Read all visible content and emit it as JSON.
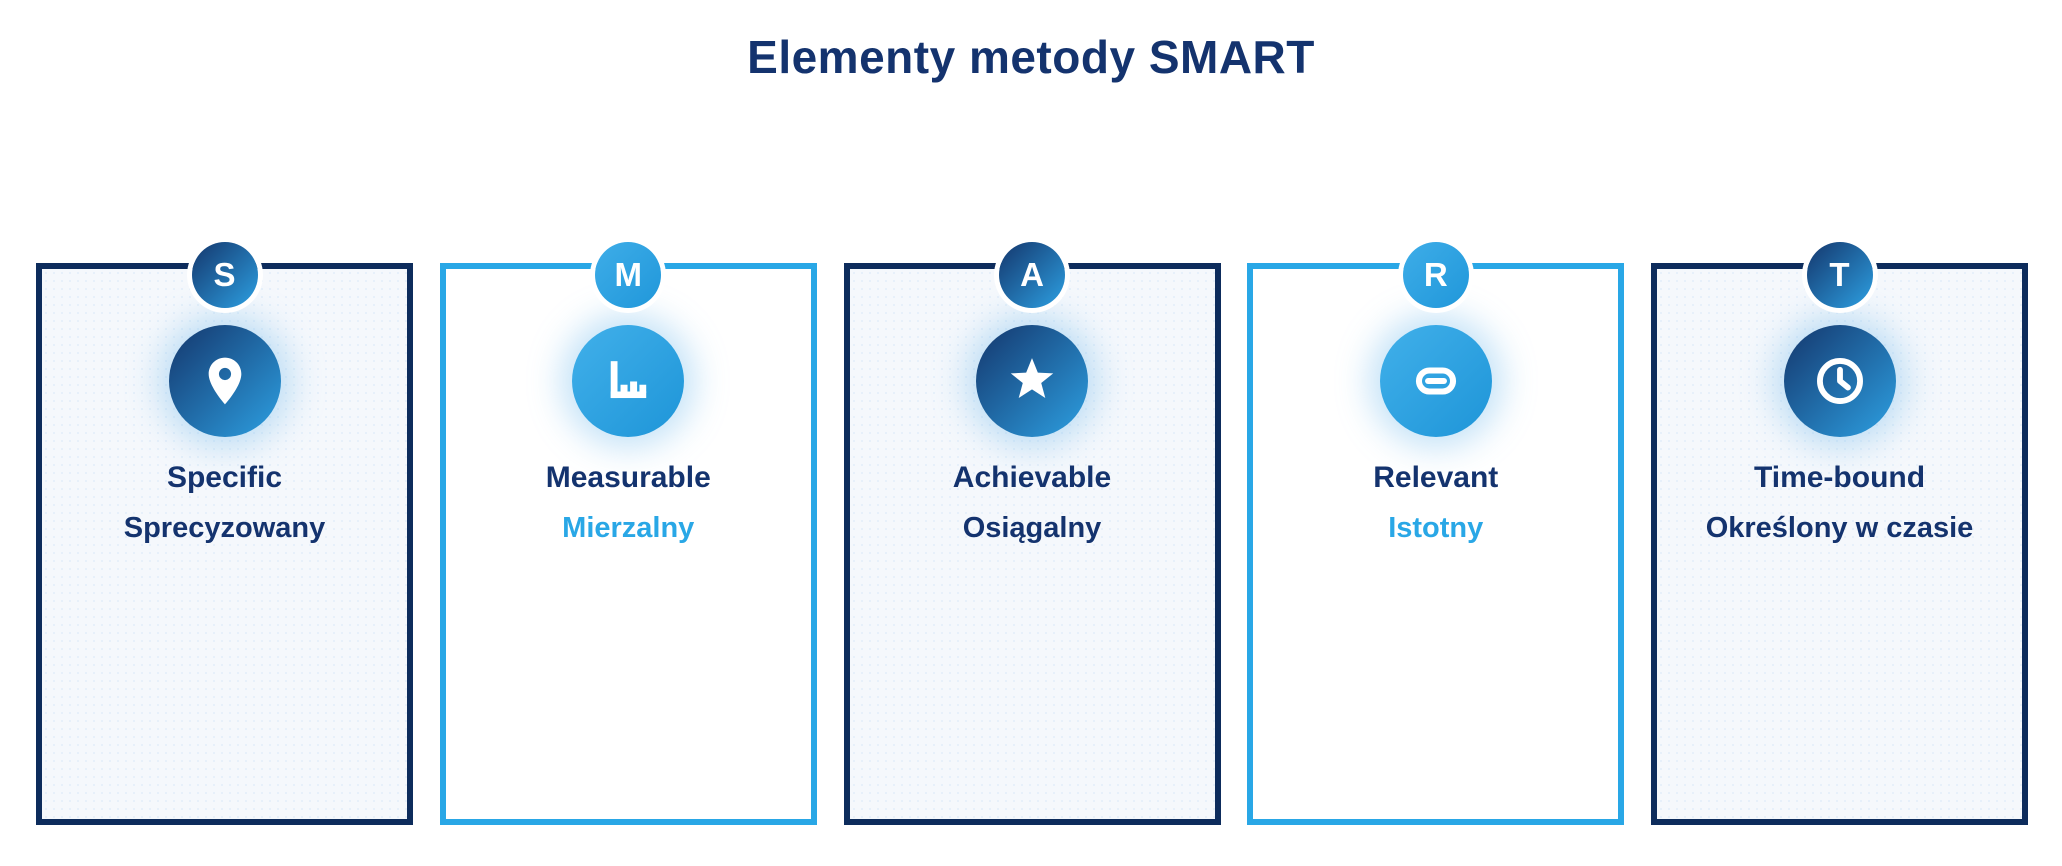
{
  "title": "Elementy metody SMART",
  "colors": {
    "navy_text": "#14336e",
    "navy_border": "#0d2c5c",
    "light_blue": "#29a7e6",
    "tinted_card_bg": "#f5f8fc",
    "white_card_bg": "#ffffff",
    "circle_gradient_dark": "#14366c",
    "circle_gradient_light": "#2da0e2"
  },
  "cards": [
    {
      "letter": "S",
      "icon": "location-pin-icon",
      "english": "Specific",
      "polish": "Sprecyzowany",
      "theme": "navy"
    },
    {
      "letter": "M",
      "icon": "bar-chart-icon",
      "english": "Measurable",
      "polish": "Mierzalny",
      "theme": "blue"
    },
    {
      "letter": "A",
      "icon": "star-icon",
      "english": "Achievable",
      "polish": "Osiągalny",
      "theme": "navy"
    },
    {
      "letter": "R",
      "icon": "link-icon",
      "english": "Relevant",
      "polish": "Istotny",
      "theme": "blue"
    },
    {
      "letter": "T",
      "icon": "clock-icon",
      "english": "Time-bound",
      "polish": "Określony w czasie",
      "theme": "navy"
    }
  ]
}
